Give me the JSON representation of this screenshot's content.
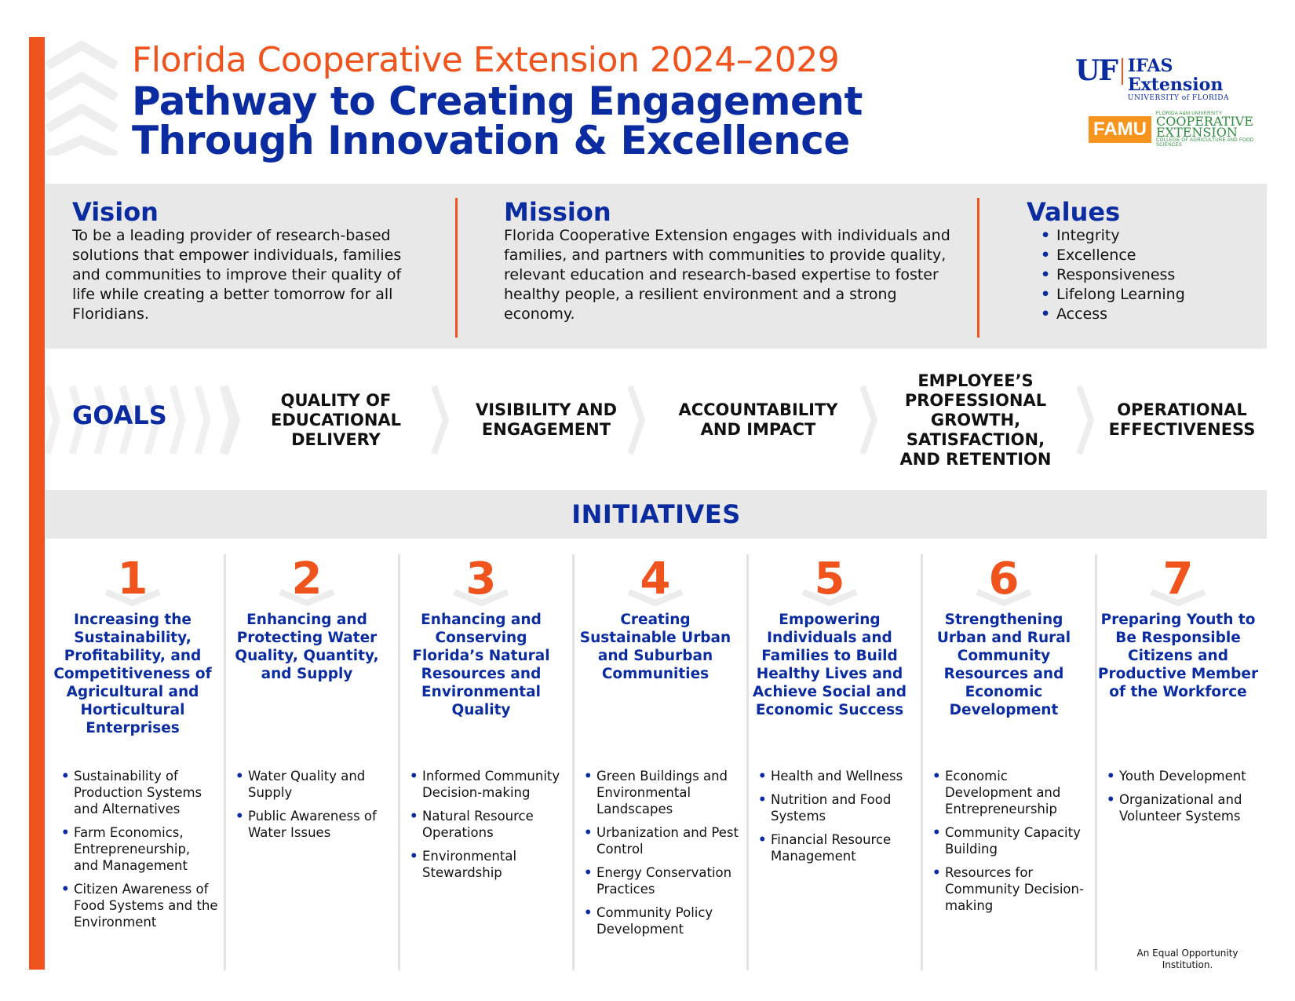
{
  "header": {
    "line1": "Florida Cooperative Extension 2024–2029",
    "line2": "Pathway to Creating Engagement",
    "line3": "Through Innovation & Excellence"
  },
  "logos": {
    "uf_mark": "UF",
    "uf_name": "IFAS Extension",
    "uf_sub": "UNIVERSITY of FLORIDA",
    "famu_mark": "FAMU",
    "famu_small": "FLORIDA A&M UNIVERSITY",
    "famu_line1": "COOPERATIVE",
    "famu_line2": "EXTENSION",
    "famu_college": "COLLEGE OF AGRICULTURE AND FOOD SCIENCES"
  },
  "vision": {
    "heading": "Vision",
    "text": "To be a leading provider of research-based solutions that empower individuals, families and communities to improve their quality of life while creating a better tomorrow for all Floridians."
  },
  "mission": {
    "heading": "Mission",
    "text": "Florida Cooperative Extension engages with individuals and families, and partners with communities to provide quality, relevant education and research-based expertise to foster healthy people, a resilient environment and a strong economy."
  },
  "values": {
    "heading": "Values",
    "items": [
      "Integrity",
      "Excellence",
      "Responsiveness",
      "Lifelong Learning",
      "Access"
    ]
  },
  "goals": {
    "label": "GOALS",
    "items": [
      "QUALITY OF EDUCATIONAL DELIVERY",
      "VISIBILITY AND ENGAGEMENT",
      "ACCOUNTABILITY AND IMPACT",
      "EMPLOYEE’S PROFESSIONAL GROWTH, SATISFACTION, AND RETENTION",
      "OPERATIONAL EFFECTIVENESS"
    ]
  },
  "initiatives": {
    "heading": "INITIATIVES",
    "items": [
      {
        "number": "1",
        "title": "Increasing the Sustainability, Profitability, and Competitiveness of Agricultural and Horticultural Enterprises",
        "bullets": [
          "Sustainability of Production Systems and Alternatives",
          "Farm Economics, Entrepreneurship, and Management",
          "Citizen Awareness of Food Systems and the Environment"
        ]
      },
      {
        "number": "2",
        "title": "Enhancing and Protecting Water Quality, Quantity, and Supply",
        "bullets": [
          "Water Quality and Supply",
          "Public Awareness of Water Issues"
        ]
      },
      {
        "number": "3",
        "title": "Enhancing and Conserving Florida’s Natural Resources and Environmental Quality",
        "bullets": [
          "Informed Community Decision-making",
          "Natural Resource Operations",
          "Environmental Stewardship"
        ]
      },
      {
        "number": "4",
        "title": "Creating Sustainable Urban and Suburban Communities",
        "bullets": [
          "Green Buildings and Environmental Landscapes",
          "Urbanization and Pest Control",
          "Energy Conservation Practices",
          "Community Policy Development"
        ]
      },
      {
        "number": "5",
        "title": "Empowering Individuals and Families to Build Healthy Lives and Achieve Social and Economic Success",
        "bullets": [
          "Health and Wellness",
          "Nutrition and Food Systems",
          "Financial Resource Management"
        ]
      },
      {
        "number": "6",
        "title": "Strengthening Urban and Rural Community Resources and Economic Development",
        "bullets": [
          "Economic Development and Entrepreneurship",
          "Community Capacity Building",
          "Resources for Community Decision-making"
        ]
      },
      {
        "number": "7",
        "title": "Preparing Youth to Be Responsible Citizens and Productive Member of the Workforce",
        "bullets": [
          "Youth Development",
          "Organizational and Volunteer Systems"
        ]
      }
    ]
  },
  "footer": {
    "eeo": "An Equal Opportunity Institution."
  },
  "colors": {
    "accent_orange": "#f0531c",
    "brand_blue": "#0b2ca0",
    "panel_gray": "#e8e8e8"
  }
}
